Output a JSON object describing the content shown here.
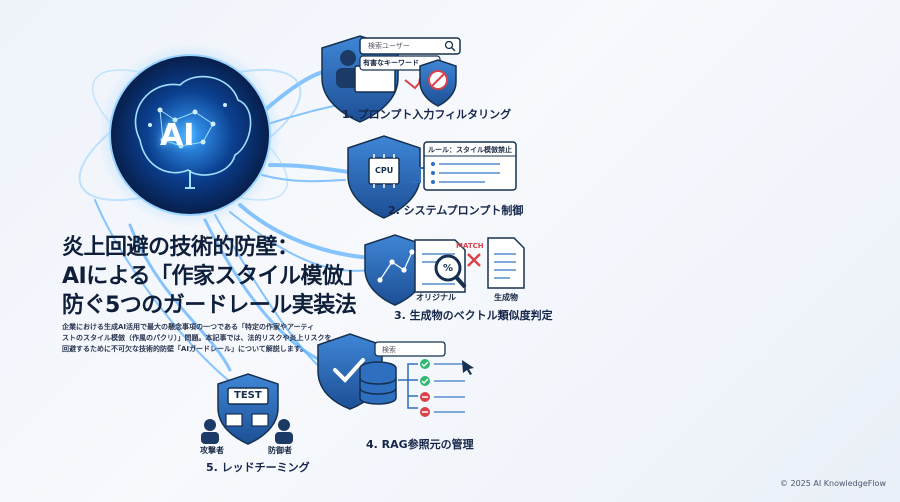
{
  "title": {
    "line1": "炎上回避の技術的防壁：",
    "line2": "AIによる「作家スタイル模倣」を",
    "line3": "防ぐ5つのガードレール実装法"
  },
  "description": {
    "line1": "企業における生成AI活用で最大の懸念事項の一つである「特定の作家やアーティ",
    "line2": "ストのスタイル模倣（作風のパクリ）」問題。本記事では、法的リスクや炎上リスクを",
    "line3": "回避するために不可欠な技術的防壁「AIガードレール」について解説します。"
  },
  "brain": {
    "label": "AI"
  },
  "steps": [
    {
      "label": "1. プロンプト入力フィルタリング",
      "search_text": "検索ユーザー",
      "input_text": "有害なキーワード"
    },
    {
      "label": "2. システムプロンプト制御",
      "chip_text": "CPU",
      "rule_text": "ルール：スタイル模倣禁止"
    },
    {
      "label": "3. 生成物のベクトル類似度判定",
      "original_text": "オリジナル",
      "generated_text": "生成物",
      "match_text": "MATCH",
      "percent_text": "%"
    },
    {
      "label": "4. RAG参照元の管理",
      "search_text": "検索"
    },
    {
      "label": "5. レッドチーミング",
      "test_text": "TEST",
      "attacker_text": "攻撃者",
      "defender_text": "防御者"
    }
  ],
  "footer": {
    "copyright": "© 2025 AI KnowledgeFlow"
  },
  "colors": {
    "primary": "#2f6fc0",
    "dark": "#16304f",
    "accent": "#d9434b",
    "green": "#2eb872",
    "glow": "#4aa8ff"
  }
}
